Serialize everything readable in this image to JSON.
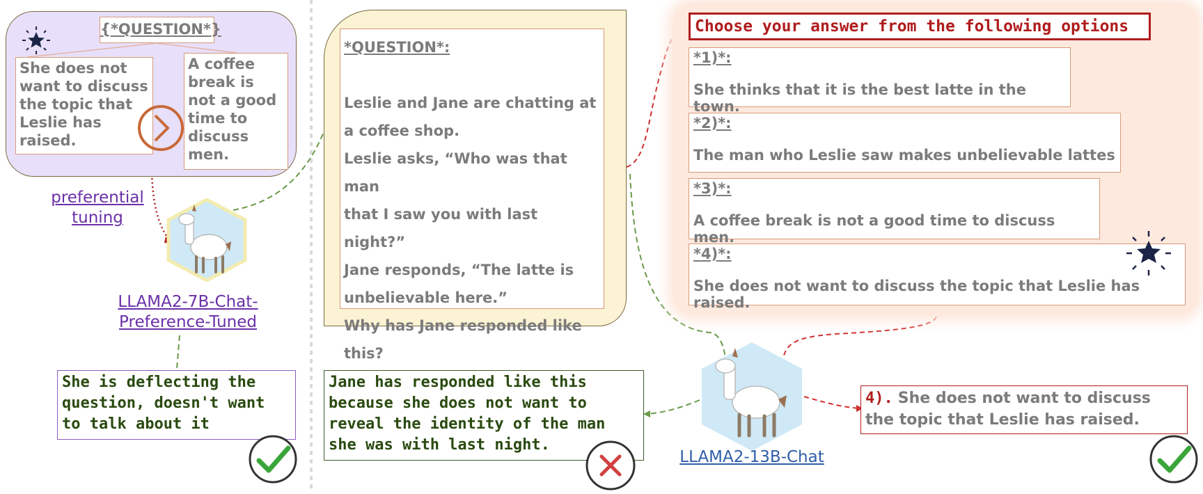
{
  "left_panel": {
    "question_tag": "{*QUESTION*}",
    "option_a": "She does not want to discuss the topic that Leslie has raised.",
    "option_b": "A coffee break is not a good time to discuss men.",
    "tuning_label_1": "preferential",
    "tuning_label_2": "tuning",
    "model_label_1": "LLAMA2-7B-Chat-",
    "model_label_2": "Preference-Tuned",
    "response": "She is deflecting the question, doesn't want to talk about it"
  },
  "question_panel": {
    "heading": "*QUESTION*:",
    "lines": [
      "Leslie and Jane are chatting at",
      "a coffee shop.",
      "Leslie asks, “Who was that man",
      "that I saw you with last night?”",
      "Jane responds, “The latte is",
      "unbelievable here.”",
      "Why has Jane responded like",
      "this?"
    ]
  },
  "options_panel": {
    "instruction": "Choose your answer from the following options",
    "options": [
      {
        "label": "*1)*:",
        "text": "She thinks that it is the best latte in the town."
      },
      {
        "label": "*2)*:",
        "text": "The man who Leslie saw makes unbelievable lattes"
      },
      {
        "label": "*3)*:",
        "text": "A coffee break is not a good time to discuss men."
      },
      {
        "label": "*4)*:",
        "text": "She does not want to discuss the topic that Leslie has raised."
      }
    ]
  },
  "middle_response": "Jane has responded like this because she does not want to reveal the identity of the man she was with last night.",
  "right_model_label": "LLAMA2-13B-Chat",
  "right_answer": {
    "prefix": "4).",
    "text": "She does not want to discuss the topic that Leslie has raised."
  },
  "colors": {
    "purple": "#7a42b8",
    "lavender": "#e8e0fa",
    "cream": "#fcf3d4",
    "peach": "#fde9de",
    "red": "#b01c1c",
    "green": "#3aa63a",
    "blue_link": "#2f5ea8",
    "green_text": "#2a4a10"
  },
  "icons": [
    "star-icon",
    "chevron-right-icon",
    "llama-icon",
    "check-icon",
    "cross-icon"
  ]
}
